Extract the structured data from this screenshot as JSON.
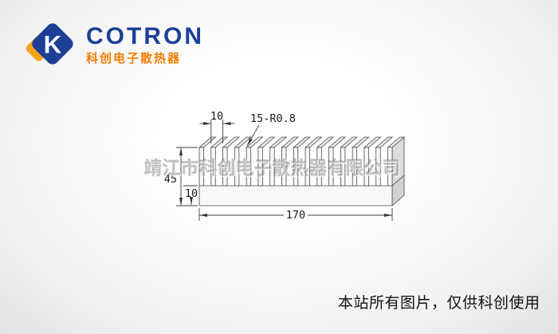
{
  "page": {
    "bg_center": "#ffffff",
    "bg_edge": "#e3e3e3"
  },
  "logo": {
    "brand": "COTRON",
    "subtitle": "科创电子散热器",
    "mark_letter": "K",
    "brand_color": "#1d3f96",
    "subtitle_color": "#f07d00",
    "mark_blue": "#1d3f96",
    "mark_orange": "#f6a21c"
  },
  "drawing": {
    "type": "heatsink-extrusion-profile",
    "fin_count": 17,
    "line_color": "#3c3c3c",
    "dims": {
      "fin_pitch": "10",
      "fin_spec": "15-R0.8",
      "overall_height": "45",
      "base_thickness": "10",
      "overall_width": "170"
    }
  },
  "watermark": {
    "text": "靖江市科创电子散热器有限公司"
  },
  "footer": {
    "notice": "本站所有图片，仅供科创使用"
  }
}
